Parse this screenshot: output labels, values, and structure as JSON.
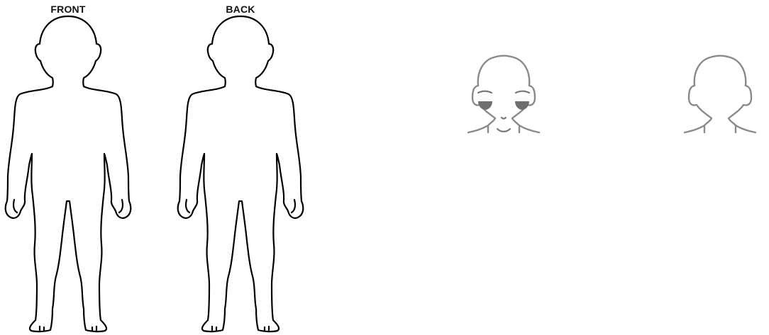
{
  "labels": {
    "front": "FRONT",
    "back": "BACK"
  },
  "figures": [
    {
      "view": "front",
      "kind": "full-body-outline",
      "has_label": true
    },
    {
      "view": "back",
      "kind": "full-body-outline",
      "has_label": true
    },
    {
      "view": "front",
      "kind": "head-outline",
      "features": [
        "eyebrows",
        "eyes",
        "nose",
        "mouth"
      ]
    },
    {
      "view": "back",
      "kind": "head-outline",
      "features": []
    }
  ],
  "colors": {
    "body_stroke": "#000000",
    "head_stroke": "#8a8a8a",
    "background": "#ffffff"
  }
}
